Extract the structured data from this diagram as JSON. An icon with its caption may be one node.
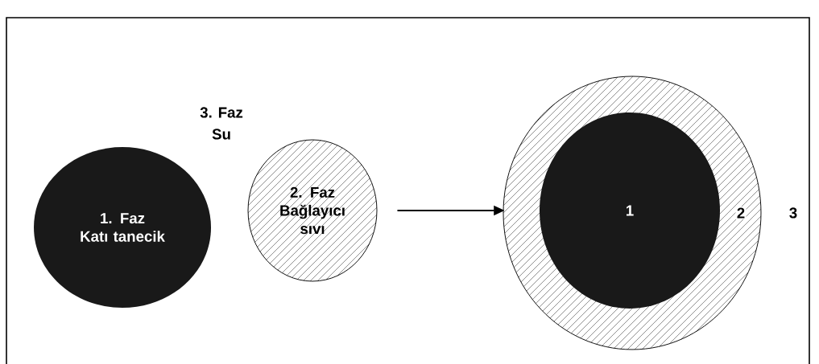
{
  "diagram": {
    "nodes": [
      {
        "text": [
          "1. Faz",
          "Katı tanecik"
        ]
      },
      {
        "text": [
          "2. Faz",
          "Bağlayıcı sıvı"
        ]
      },
      {
        "text": [
          "2"
        ]
      },
      {
        "text": [
          "1"
        ],
        "in": 2
      }
    ],
    "edges": [
      {
        "from": 1,
        "to": 2,
        "arrow": "to"
      }
    ],
    "labels": [
      "3. Faz",
      "Su",
      "3"
    ]
  }
}
